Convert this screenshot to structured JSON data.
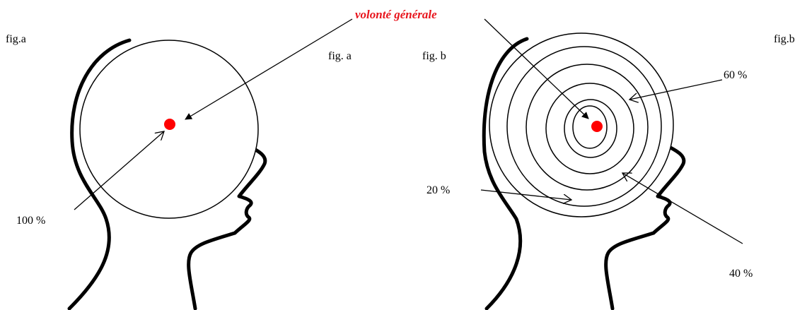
{
  "labels": {
    "title": "volonté générale",
    "fig_a_corner": "fig.a",
    "fig_a_inner": "fig. a",
    "fig_b_inner": "fig. b",
    "fig_b_corner": "fig.b"
  },
  "fig_a": {
    "percent_label": "100 %"
  },
  "fig_b": {
    "percent_labels": [
      "20 %",
      "40 %",
      "60 %"
    ]
  },
  "colors": {
    "title": "#e8141c",
    "dot": "#ff0000",
    "line": "#000000"
  }
}
